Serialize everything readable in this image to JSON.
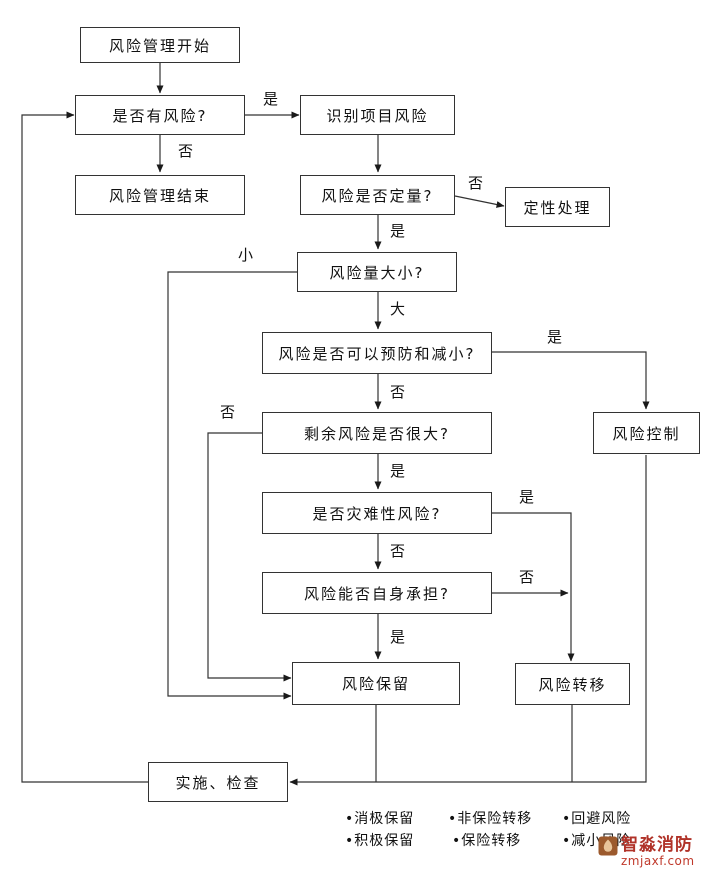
{
  "nodes": {
    "start": {
      "label": "风险管理开始"
    },
    "has_risk": {
      "label": "是否有风险?"
    },
    "identify": {
      "label": "识别项目风险"
    },
    "end": {
      "label": "风险管理结束"
    },
    "quantitative": {
      "label": "风险是否定量?"
    },
    "qualitative": {
      "label": "定性处理"
    },
    "magnitude": {
      "label": "风险量大小?"
    },
    "prevent": {
      "label": "风险是否可以预防和减小?"
    },
    "control": {
      "label": "风险控制"
    },
    "residual": {
      "label": "剩余风险是否很大?"
    },
    "catastrophic": {
      "label": "是否灾难性风险?"
    },
    "self_bear": {
      "label": "风险能否自身承担?"
    },
    "retention": {
      "label": "风险保留"
    },
    "transfer": {
      "label": "风险转移"
    },
    "implement": {
      "label": "实施、检查"
    }
  },
  "edges": {
    "has_risk_yes": "是",
    "has_risk_no": "否",
    "quant_no": "否",
    "quant_yes": "是",
    "magnitude_small": "小",
    "magnitude_big": "大",
    "prevent_yes": "是",
    "prevent_no": "否",
    "residual_no": "否",
    "residual_yes": "是",
    "catastrophic_yes": "是",
    "catastrophic_no": "否",
    "self_no": "否",
    "self_yes": "是"
  },
  "legend": {
    "items": [
      "•消极保留",
      "•非保险转移",
      "•回避风险",
      "•积极保留",
      "•保险转移",
      "•减小风险"
    ]
  },
  "watermark": {
    "brand": "智淼消防",
    "url": "zmjaxf.com",
    "brand_color": "#b03228",
    "url_color": "#c0392b"
  }
}
